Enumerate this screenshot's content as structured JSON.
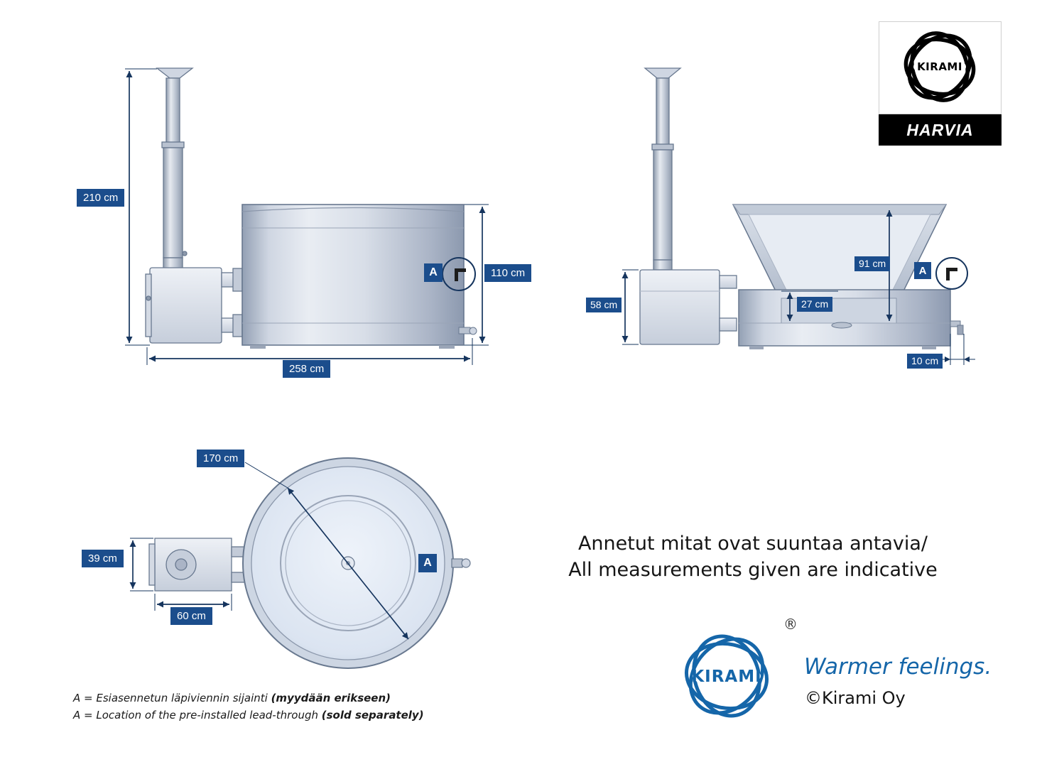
{
  "colors": {
    "label_bg": "#1b4d8c",
    "dim_line": "#16355e",
    "kirami_blue": "#1566a9",
    "harvia_bg": "#000000",
    "drawing_stroke": "#68788f",
    "text": "#151515"
  },
  "side_view": {
    "total_height": "210 cm",
    "tub_height": "110 cm",
    "total_length": "258 cm",
    "lead_through_marker": "A"
  },
  "end_view": {
    "stove_height": "58 cm",
    "inner_depth": "91 cm",
    "bench_height": "27 cm",
    "protrusion": "10 cm",
    "lead_through_marker": "A"
  },
  "top_view": {
    "diameter": "170 cm",
    "stove_width": "39 cm",
    "stove_depth": "60 cm",
    "lead_through_marker": "A"
  },
  "notes": {
    "line_fi": "Annetut mitat ovat suuntaa antavia/",
    "line_en": "All measurements given are indicative"
  },
  "legend": {
    "fi_normal": "A = Esiasennetun läpiviennin sijainti ",
    "fi_bold": "(myydään erikseen)",
    "en_normal": "A = Location of the pre-installed lead-through ",
    "en_bold": "(sold separately)"
  },
  "branding": {
    "kirami_logo_text": "KIRAMI",
    "harvia_logo_text": "HARVIA",
    "registered": "®",
    "tagline": "Warmer feelings.",
    "copyright": "©Kirami Oy"
  }
}
